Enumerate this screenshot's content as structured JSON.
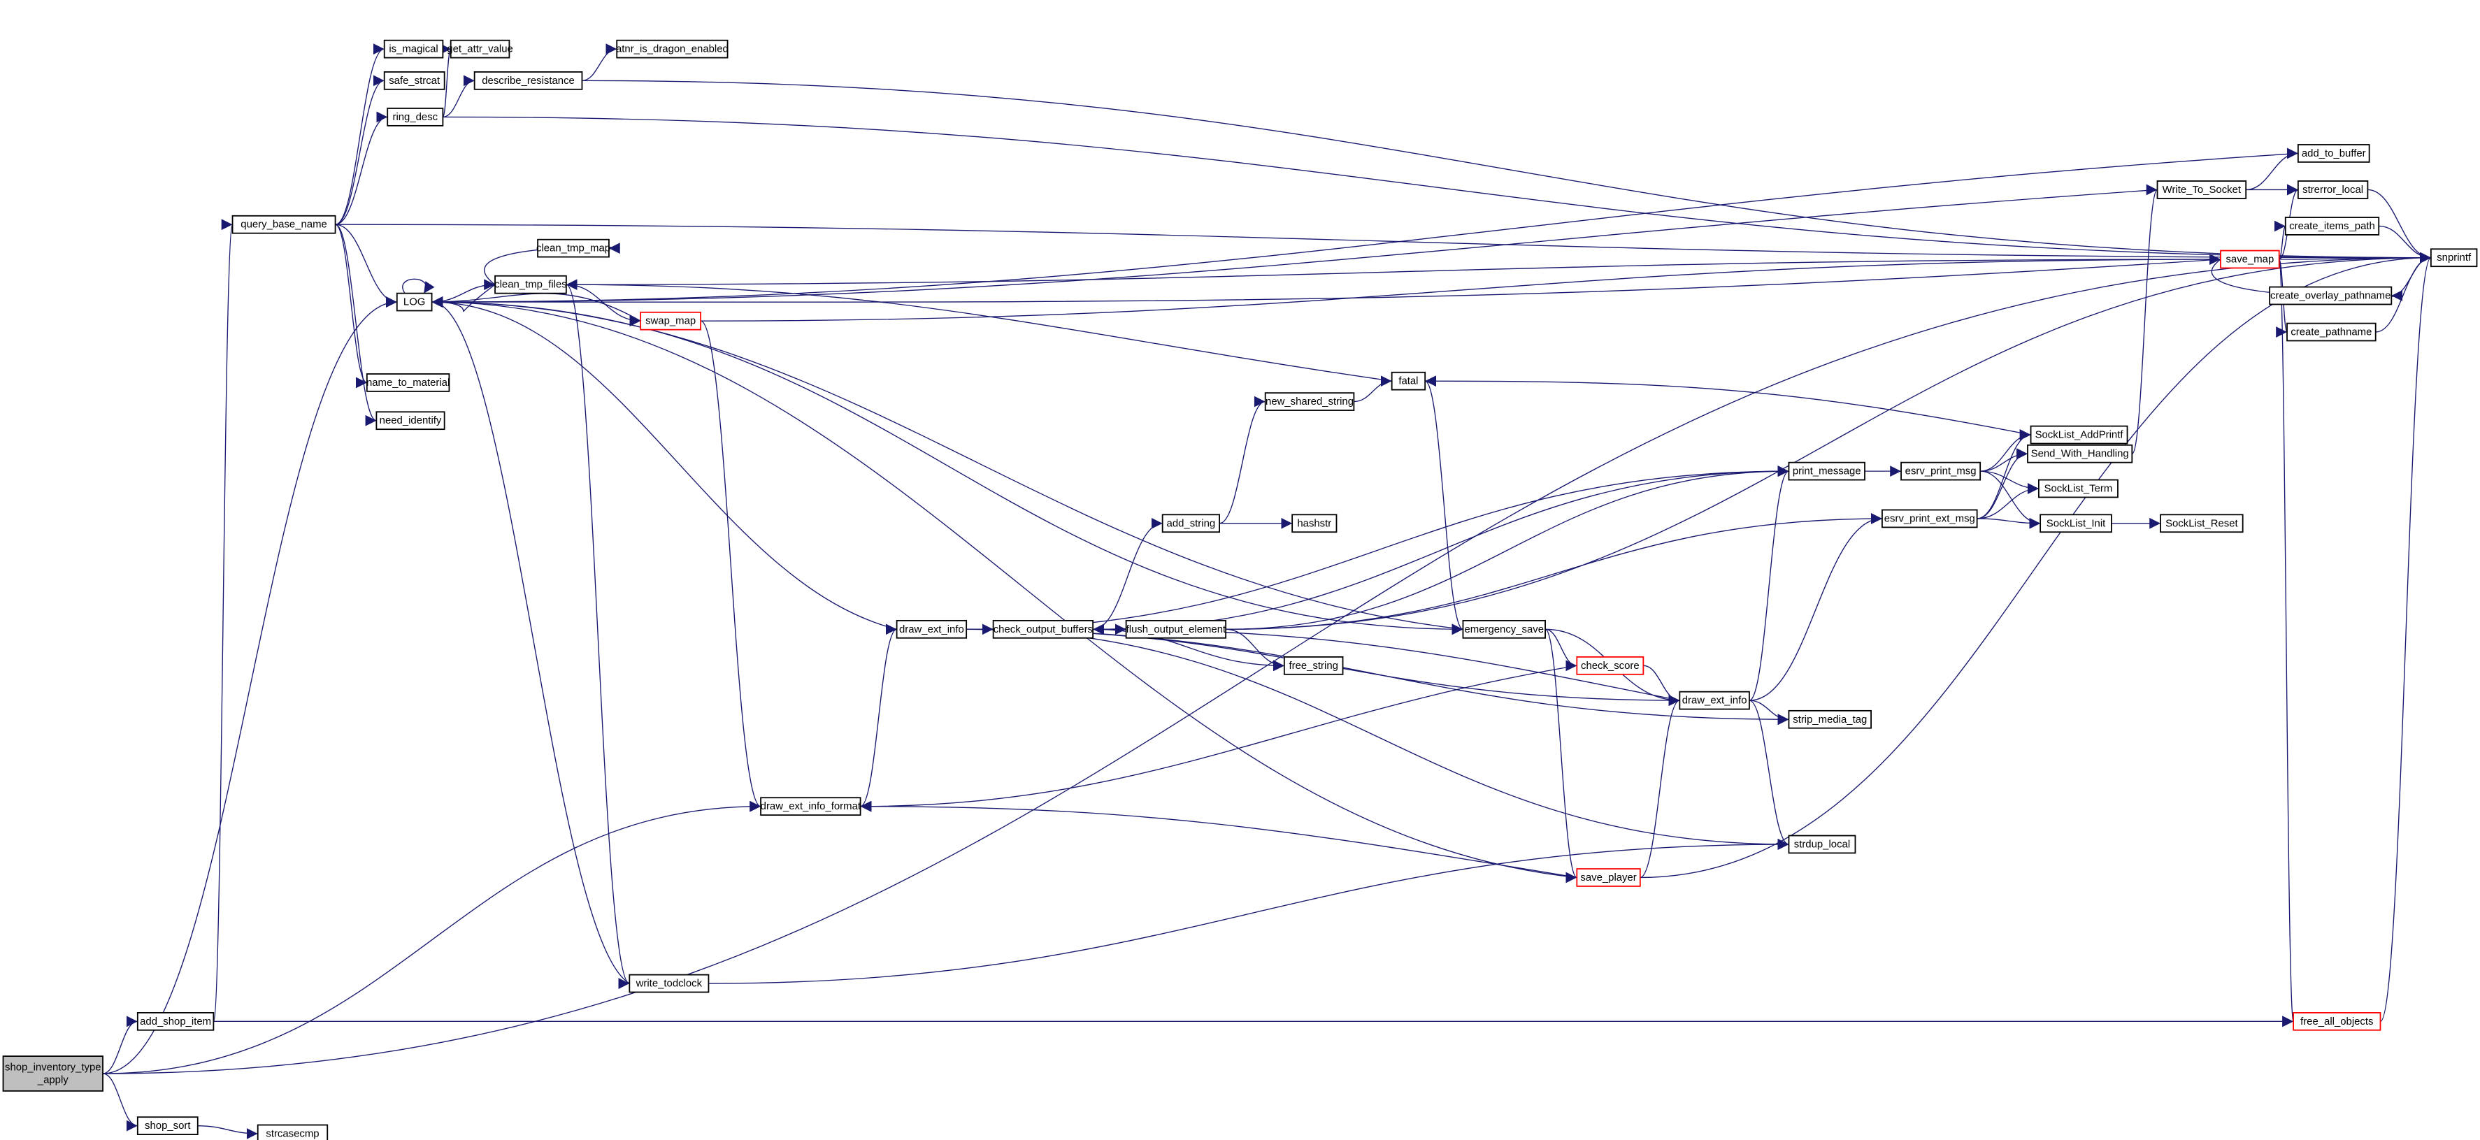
{
  "graph": {
    "colors": {
      "edge": "#191970",
      "highlight_border": "#ff0000",
      "current_fill": "#bfbfbf"
    },
    "nodes": [
      {
        "id": "shop_inventory_type_apply",
        "label_lines": [
          "shop_inventory_type",
          "_apply"
        ],
        "current": true
      },
      {
        "id": "add_shop_item",
        "label": "add_shop_item"
      },
      {
        "id": "shop_sort",
        "label": "shop_sort"
      },
      {
        "id": "strcasecmp",
        "label": "strcasecmp"
      },
      {
        "id": "query_base_name",
        "label": "query_base_name"
      },
      {
        "id": "is_magical",
        "label": "is_magical"
      },
      {
        "id": "safe_strcat",
        "label": "safe_strcat"
      },
      {
        "id": "ring_desc",
        "label": "ring_desc"
      },
      {
        "id": "get_attr_value",
        "label": "get_attr_value"
      },
      {
        "id": "describe_resistance",
        "label": "describe_resistance"
      },
      {
        "id": "atnr_is_dragon_enabled",
        "label": "atnr_is_dragon_enabled"
      },
      {
        "id": "LOG",
        "label": "LOG"
      },
      {
        "id": "name_to_material",
        "label": "name_to_material"
      },
      {
        "id": "need_identify",
        "label": "need_identify"
      },
      {
        "id": "clean_tmp_files",
        "label": "clean_tmp_files"
      },
      {
        "id": "clean_tmp_map",
        "label": "clean_tmp_map"
      },
      {
        "id": "swap_map",
        "label": "swap_map",
        "highlight": true
      },
      {
        "id": "write_todclock",
        "label": "write_todclock"
      },
      {
        "id": "draw_ext_info_format",
        "label": "draw_ext_info_format"
      },
      {
        "id": "draw_ext_info_a",
        "label": "draw_ext_info"
      },
      {
        "id": "check_output_buffers",
        "label": "check_output_buffers"
      },
      {
        "id": "flush_output_element",
        "label": "flush_output_element"
      },
      {
        "id": "add_string",
        "label": "add_string"
      },
      {
        "id": "hashstr",
        "label": "hashstr"
      },
      {
        "id": "new_shared_string",
        "label": "new_shared_string"
      },
      {
        "id": "fatal",
        "label": "fatal"
      },
      {
        "id": "free_string",
        "label": "free_string"
      },
      {
        "id": "emergency_save",
        "label": "emergency_save"
      },
      {
        "id": "check_score",
        "label": "check_score",
        "highlight": true
      },
      {
        "id": "draw_ext_info_b",
        "label": "draw_ext_info"
      },
      {
        "id": "save_player",
        "label": "save_player",
        "highlight": true
      },
      {
        "id": "strip_media_tag",
        "label": "strip_media_tag"
      },
      {
        "id": "strdup_local",
        "label": "strdup_local"
      },
      {
        "id": "print_message",
        "label": "print_message"
      },
      {
        "id": "esrv_print_msg",
        "label": "esrv_print_msg"
      },
      {
        "id": "esrv_print_ext_msg",
        "label": "esrv_print_ext_msg"
      },
      {
        "id": "SockList_AddPrintf",
        "label": "SockList_AddPrintf"
      },
      {
        "id": "Send_With_Handling",
        "label": "Send_With_Handling"
      },
      {
        "id": "SockList_Term",
        "label": "SockList_Term"
      },
      {
        "id": "SockList_Init",
        "label": "SockList_Init"
      },
      {
        "id": "SockList_Reset",
        "label": "SockList_Reset"
      },
      {
        "id": "Write_To_Socket",
        "label": "Write_To_Socket"
      },
      {
        "id": "add_to_buffer",
        "label": "add_to_buffer"
      },
      {
        "id": "strerror_local",
        "label": "strerror_local"
      },
      {
        "id": "save_map",
        "label": "save_map",
        "highlight": true
      },
      {
        "id": "create_items_path",
        "label": "create_items_path"
      },
      {
        "id": "create_overlay_pathname",
        "label": "create_overlay_pathname"
      },
      {
        "id": "create_pathname",
        "label": "create_pathname"
      },
      {
        "id": "free_all_objects",
        "label": "free_all_objects",
        "highlight": true
      },
      {
        "id": "snprintf",
        "label": "snprintf"
      }
    ],
    "edges": [
      [
        "shop_inventory_type_apply",
        "add_shop_item"
      ],
      [
        "shop_inventory_type_apply",
        "shop_sort"
      ],
      [
        "shop_inventory_type_apply",
        "LOG"
      ],
      [
        "shop_inventory_type_apply",
        "draw_ext_info_format"
      ],
      [
        "shop_inventory_type_apply",
        "snprintf"
      ],
      [
        "add_shop_item",
        "query_base_name"
      ],
      [
        "add_shop_item",
        "free_all_objects"
      ],
      [
        "shop_sort",
        "strcasecmp"
      ],
      [
        "query_base_name",
        "is_magical"
      ],
      [
        "query_base_name",
        "safe_strcat"
      ],
      [
        "query_base_name",
        "ring_desc"
      ],
      [
        "query_base_name",
        "LOG"
      ],
      [
        "query_base_name",
        "name_to_material"
      ],
      [
        "query_base_name",
        "need_identify"
      ],
      [
        "query_base_name",
        "snprintf"
      ],
      [
        "is_magical",
        "get_attr_value"
      ],
      [
        "ring_desc",
        "get_attr_value"
      ],
      [
        "ring_desc",
        "describe_resistance"
      ],
      [
        "ring_desc",
        "snprintf"
      ],
      [
        "describe_resistance",
        "atnr_is_dragon_enabled"
      ],
      [
        "describe_resistance",
        "snprintf"
      ],
      [
        "LOG",
        "LOG"
      ],
      [
        "LOG",
        "clean_tmp_files"
      ],
      [
        "LOG",
        "emergency_save"
      ],
      [
        "clean_tmp_files",
        "LOG"
      ],
      [
        "clean_tmp_files",
        "clean_tmp_map"
      ],
      [
        "clean_tmp_files",
        "swap_map"
      ],
      [
        "clean_tmp_files",
        "write_todclock"
      ],
      [
        "clean_tmp_files",
        "save_map"
      ],
      [
        "swap_map",
        "LOG"
      ],
      [
        "swap_map",
        "save_map"
      ],
      [
        "swap_map",
        "draw_ext_info_format"
      ],
      [
        "fatal",
        "clean_tmp_files"
      ],
      [
        "fatal",
        "emergency_save"
      ],
      [
        "new_shared_string",
        "fatal"
      ],
      [
        "add_string",
        "new_shared_string"
      ],
      [
        "add_string",
        "hashstr"
      ],
      [
        "draw_ext_info_format",
        "draw_ext_info_a"
      ],
      [
        "draw_ext_info_a",
        "LOG"
      ],
      [
        "draw_ext_info_a",
        "check_output_buffers"
      ],
      [
        "draw_ext_info_a",
        "print_message"
      ],
      [
        "draw_ext_info_a",
        "strip_media_tag"
      ],
      [
        "draw_ext_info_a",
        "strdup_local"
      ],
      [
        "draw_ext_info_a",
        "draw_ext_info_b"
      ],
      [
        "check_output_buffers",
        "add_string"
      ],
      [
        "check_output_buffers",
        "flush_output_element"
      ],
      [
        "check_output_buffers",
        "free_string"
      ],
      [
        "check_output_buffers",
        "print_message"
      ],
      [
        "flush_output_element",
        "free_string"
      ],
      [
        "flush_output_element",
        "print_message"
      ],
      [
        "flush_output_element",
        "esrv_print_ext_msg"
      ],
      [
        "flush_output_element",
        "snprintf"
      ],
      [
        "emergency_save",
        "check_score"
      ],
      [
        "emergency_save",
        "draw_ext_info_b"
      ],
      [
        "emergency_save",
        "save_player"
      ],
      [
        "emergency_save",
        "LOG"
      ],
      [
        "check_score",
        "draw_ext_info_format"
      ],
      [
        "check_score",
        "draw_ext_info_b"
      ],
      [
        "draw_ext_info_b",
        "check_output_buffers"
      ],
      [
        "draw_ext_info_b",
        "print_message"
      ],
      [
        "draw_ext_info_b",
        "esrv_print_ext_msg"
      ],
      [
        "draw_ext_info_b",
        "strip_media_tag"
      ],
      [
        "draw_ext_info_b",
        "strdup_local"
      ],
      [
        "save_player",
        "draw_ext_info_format"
      ],
      [
        "save_player",
        "draw_ext_info_b"
      ],
      [
        "save_player",
        "LOG"
      ],
      [
        "save_player",
        "snprintf"
      ],
      [
        "write_todclock",
        "LOG"
      ],
      [
        "write_todclock",
        "strdup_local"
      ],
      [
        "print_message",
        "esrv_print_msg"
      ],
      [
        "esrv_print_msg",
        "SockList_AddPrintf"
      ],
      [
        "esrv_print_msg",
        "Send_With_Handling"
      ],
      [
        "esrv_print_msg",
        "SockList_Term"
      ],
      [
        "esrv_print_msg",
        "SockList_Init"
      ],
      [
        "esrv_print_ext_msg",
        "SockList_AddPrintf"
      ],
      [
        "esrv_print_ext_msg",
        "Send_With_Handling"
      ],
      [
        "esrv_print_ext_msg",
        "SockList_Term"
      ],
      [
        "esrv_print_ext_msg",
        "SockList_Init"
      ],
      [
        "SockList_Init",
        "SockList_Reset"
      ],
      [
        "SockList_AddPrintf",
        "fatal"
      ],
      [
        "Send_With_Handling",
        "Write_To_Socket"
      ],
      [
        "Write_To_Socket",
        "add_to_buffer"
      ],
      [
        "Write_To_Socket",
        "strerror_local"
      ],
      [
        "Write_To_Socket",
        "LOG"
      ],
      [
        "add_to_buffer",
        "LOG"
      ],
      [
        "strerror_local",
        "snprintf"
      ],
      [
        "save_map",
        "strerror_local"
      ],
      [
        "save_map",
        "create_items_path"
      ],
      [
        "save_map",
        "create_overlay_pathname"
      ],
      [
        "save_map",
        "create_pathname"
      ],
      [
        "save_map",
        "snprintf"
      ],
      [
        "save_map",
        "free_all_objects"
      ],
      [
        "save_map",
        "LOG"
      ],
      [
        "create_items_path",
        "snprintf"
      ],
      [
        "create_overlay_pathname",
        "snprintf"
      ],
      [
        "create_pathname",
        "snprintf"
      ],
      [
        "free_all_objects",
        "snprintf"
      ]
    ]
  }
}
